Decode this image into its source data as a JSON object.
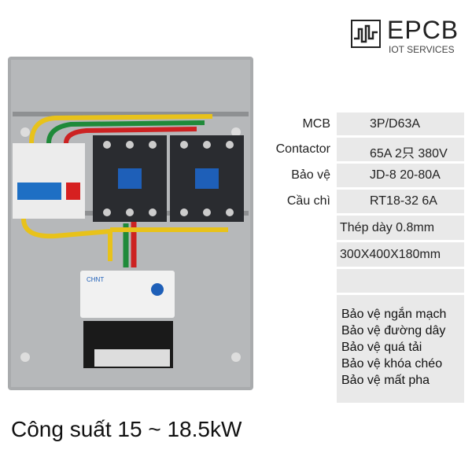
{
  "logo": {
    "title": "EPCB",
    "subtitle": "IOT SERVICES"
  },
  "specs": [
    {
      "label": "MCB",
      "value": "3P/D63A"
    },
    {
      "label": "Contactor",
      "value": "65A 2只 380V"
    },
    {
      "label": "Bảo vệ",
      "value": "JD-8 20-80A"
    },
    {
      "label": "Cầu chì",
      "value": "RT18-32 6A"
    },
    {
      "label": "",
      "value": "Thép dày 0.8mm"
    },
    {
      "label": "",
      "value": "300X400X180mm"
    },
    {
      "label": "",
      "value": ""
    }
  ],
  "features": [
    "Bảo vệ ngắn mạch",
    "Bảo vệ đường dây",
    "Bảo vệ quá tải",
    "Bảo vệ khóa chéo",
    "Bảo vệ mất pha"
  ],
  "power": "Công suất 15 ~ 18.5kW",
  "photo": {
    "brand_logo": "CHNT"
  },
  "colors": {
    "cell_bg": "#e9e9e9",
    "panel": "#a9abad"
  }
}
